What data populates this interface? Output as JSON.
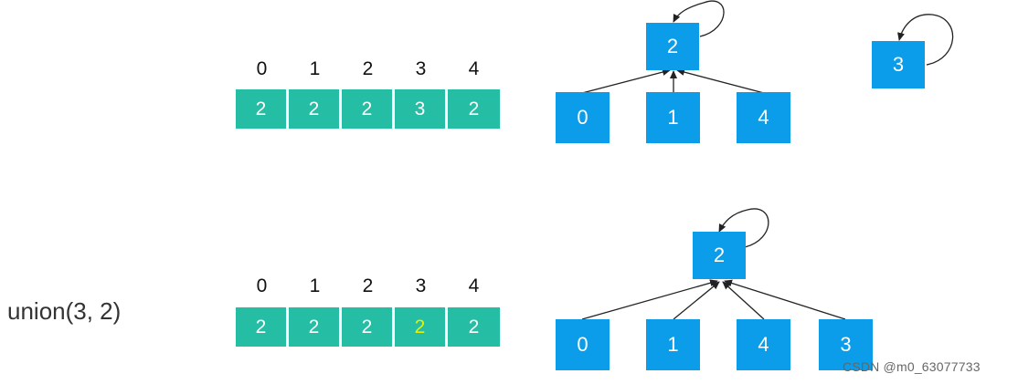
{
  "colors": {
    "cell": "#26bda5",
    "node": "#0b9de9",
    "highlight": "#e6f100",
    "arrow": "#222222"
  },
  "top": {
    "indices": [
      "0",
      "1",
      "2",
      "3",
      "4"
    ],
    "cells": [
      "2",
      "2",
      "2",
      "3",
      "2"
    ],
    "tree_root": "2",
    "tree_children": [
      "0",
      "1",
      "4"
    ],
    "other_root": "3"
  },
  "bottom": {
    "operation": "union(3, 2)",
    "indices": [
      "0",
      "1",
      "2",
      "3",
      "4"
    ],
    "cells": [
      "2",
      "2",
      "2",
      "2",
      "2"
    ],
    "highlight_index": 3,
    "tree_root": "2",
    "tree_children": [
      "0",
      "1",
      "4",
      "3"
    ]
  },
  "watermark": "CSDN @m0_63077733"
}
